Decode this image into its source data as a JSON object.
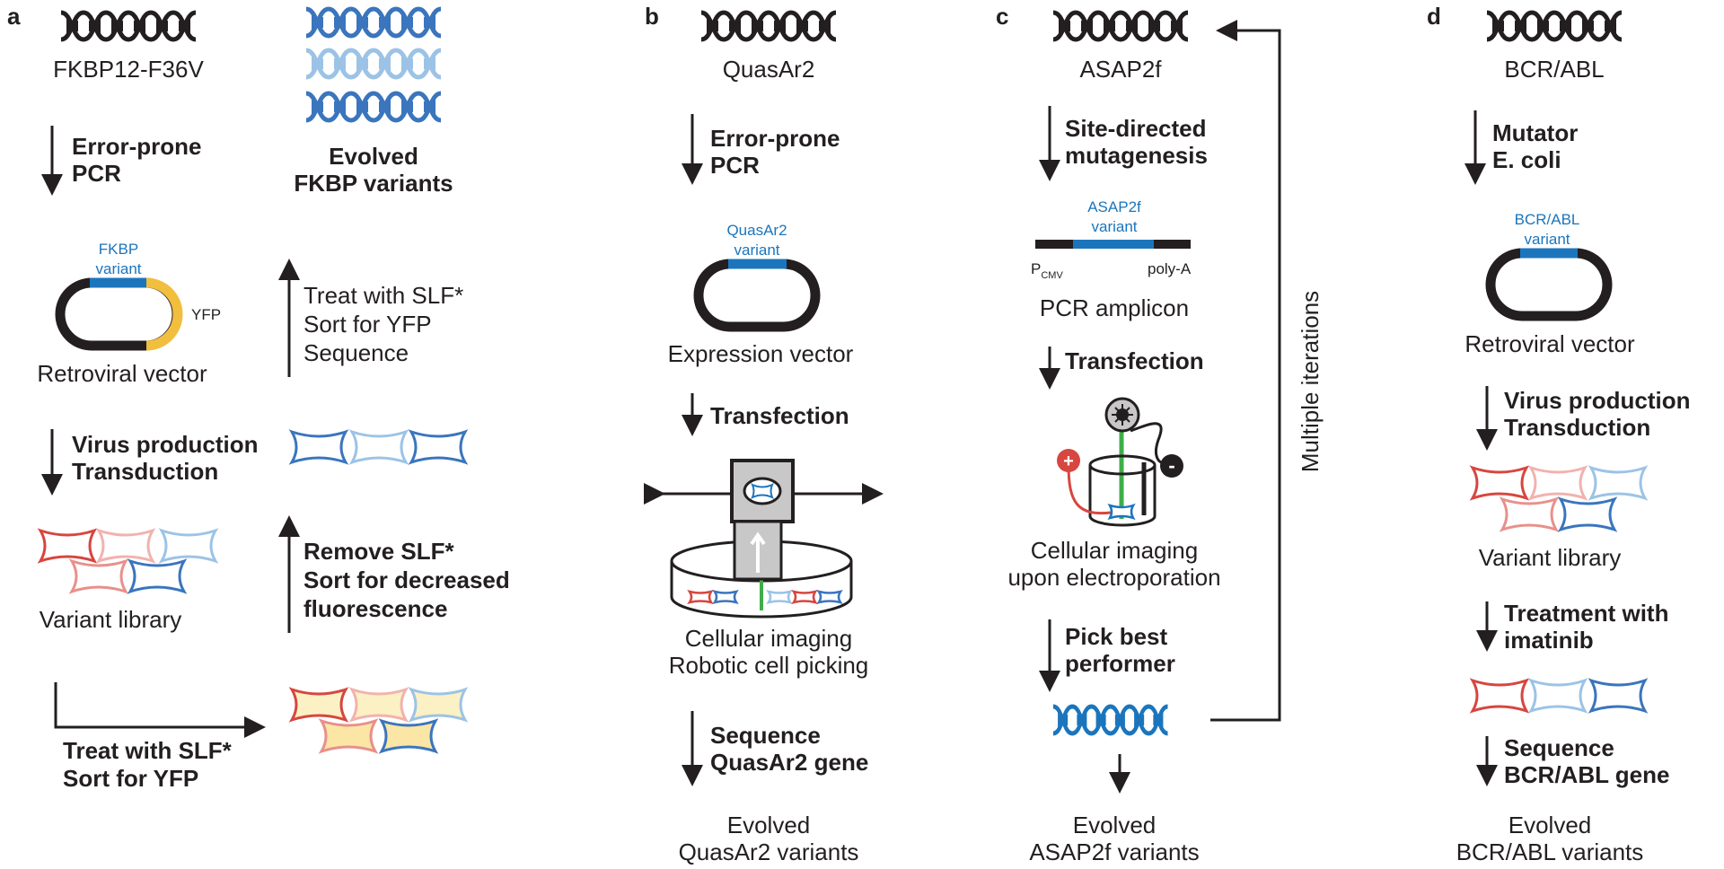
{
  "colors": {
    "dna_dark": "#231f20",
    "dna_blue": "#3a75bd",
    "dna_light": "#9cc3e6",
    "variant_blue": "#1b75bc",
    "yfp_yellow": "#f1be3e",
    "red": "#d7463f",
    "green": "#3fae49"
  },
  "panel_a": {
    "letter": "a",
    "gene": "FKBP12-F36V",
    "step1": [
      "Error-prone",
      "PCR"
    ],
    "vector_variant": [
      "FKBP",
      "variant"
    ],
    "yfp_label": "YFP",
    "vector_label": "Retroviral vector",
    "step2": [
      "Virus production",
      "Transduction"
    ],
    "library_label": "Variant library",
    "step3": [
      "Treat with SLF*",
      "Sort for YFP"
    ],
    "step4": [
      "Remove SLF*",
      "Sort for decreased",
      "fluorescence"
    ],
    "step5": [
      "Treat with SLF*",
      "Sort for YFP",
      "Sequence"
    ],
    "result": [
      "Evolved",
      "FKBP variants"
    ]
  },
  "panel_b": {
    "letter": "b",
    "gene": "QuasAr2",
    "step1": [
      "Error-prone",
      "PCR"
    ],
    "vector_variant": [
      "QuasAr2",
      "variant"
    ],
    "vector_label": "Expression vector",
    "step2": "Transfection",
    "imaging": [
      "Cellular imaging",
      "Robotic cell picking"
    ],
    "step3": [
      "Sequence",
      "QuasAr2 gene"
    ],
    "result": [
      "Evolved",
      "QuasAr2 variants"
    ]
  },
  "panel_c": {
    "letter": "c",
    "gene": "ASAP2f",
    "step1": [
      "Site-directed",
      "mutagenesis"
    ],
    "amplicon_variant": [
      "ASAP2f",
      "variant"
    ],
    "promoter_main": "P",
    "promoter_sub": "CMV",
    "polya": "poly-A",
    "amplicon_label": "PCR amplicon",
    "step2": "Transfection",
    "plus": "+",
    "minus": "-",
    "imaging": [
      "Cellular imaging",
      "upon electroporation"
    ],
    "step3": [
      "Pick best",
      "performer"
    ],
    "loop_label": "Multiple iterations",
    "result": [
      "Evolved",
      "ASAP2f variants"
    ]
  },
  "panel_d": {
    "letter": "d",
    "gene": "BCR/ABL",
    "step1": [
      "Mutator",
      "E. coli"
    ],
    "vector_variant": [
      "BCR/ABL",
      "variant"
    ],
    "vector_label": "Retroviral vector",
    "step2": [
      "Virus production",
      "Transduction"
    ],
    "library_label": "Variant library",
    "step3": [
      "Treatment with",
      "imatinib"
    ],
    "step4": [
      "Sequence",
      "BCR/ABL gene"
    ],
    "result": [
      "Evolved",
      "BCR/ABL variants"
    ]
  }
}
